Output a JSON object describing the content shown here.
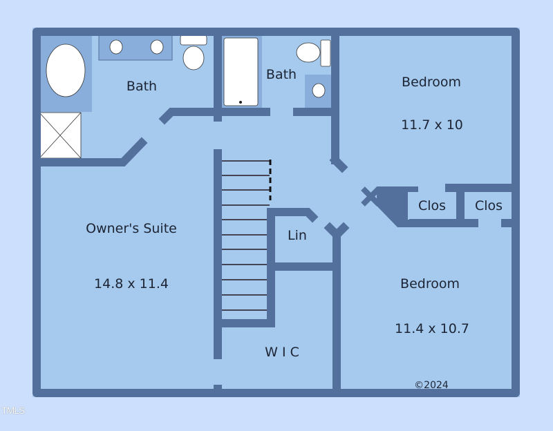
{
  "colors": {
    "background": "#cce0fe",
    "floor": "#a6c9ee",
    "wall": "#52709b",
    "fixture_area": "#8aaedb"
  },
  "rooms": {
    "bath_owner": "Bath",
    "bath_hall": "Bath",
    "bedroom_top": {
      "name": "Bedroom",
      "size": "11.7 x 10"
    },
    "owners_suite": {
      "name": "Owner's Suite",
      "size": "14.8 x 11.4"
    },
    "closet_1": "Clos",
    "closet_2": "Clos",
    "linen": "Lin",
    "bedroom_bottom": {
      "name": "Bedroom",
      "size": "11.4 x 10.7"
    },
    "wic": "W I C"
  },
  "copyright": "©2024",
  "watermark": "TMLS"
}
